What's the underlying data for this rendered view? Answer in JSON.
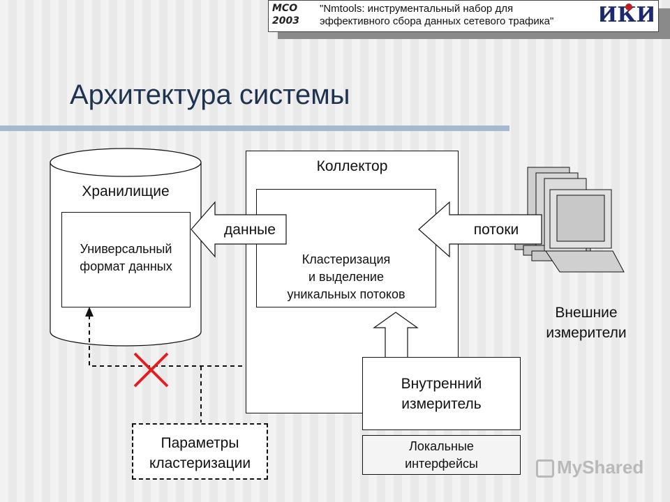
{
  "header": {
    "code_line1": "MCO",
    "code_line2": "2003",
    "title_line1": "\"Nmtools: инструментальный набор для",
    "title_line2": "эффективного сбора данных сетевого трафика\"",
    "logo_text": "ИКИ"
  },
  "page_title": "Архитектура системы",
  "storage": {
    "label": "Хранилищие",
    "format_line1": "Универсальный",
    "format_line2": "формат данных"
  },
  "collector": {
    "label": "Коллектор",
    "cluster_line1": "Кластеризация",
    "cluster_line2": "и выделение",
    "cluster_line3": "уникальных потоков"
  },
  "arrows": {
    "data_label": "данные",
    "flows_label": "потоки"
  },
  "external": {
    "line1": "Внешние",
    "line2": "измерители"
  },
  "internal": {
    "line1": "Внутренний",
    "line2": "измеритель"
  },
  "local": {
    "line1": "Локальные",
    "line2": "интерфейсы"
  },
  "params": {
    "line1": "Параметры",
    "line2": "кластеризации"
  },
  "watermark": "MyShared",
  "colors": {
    "title": "#1f3350",
    "rule": "#a7b9cf",
    "cross": "#e02020"
  }
}
